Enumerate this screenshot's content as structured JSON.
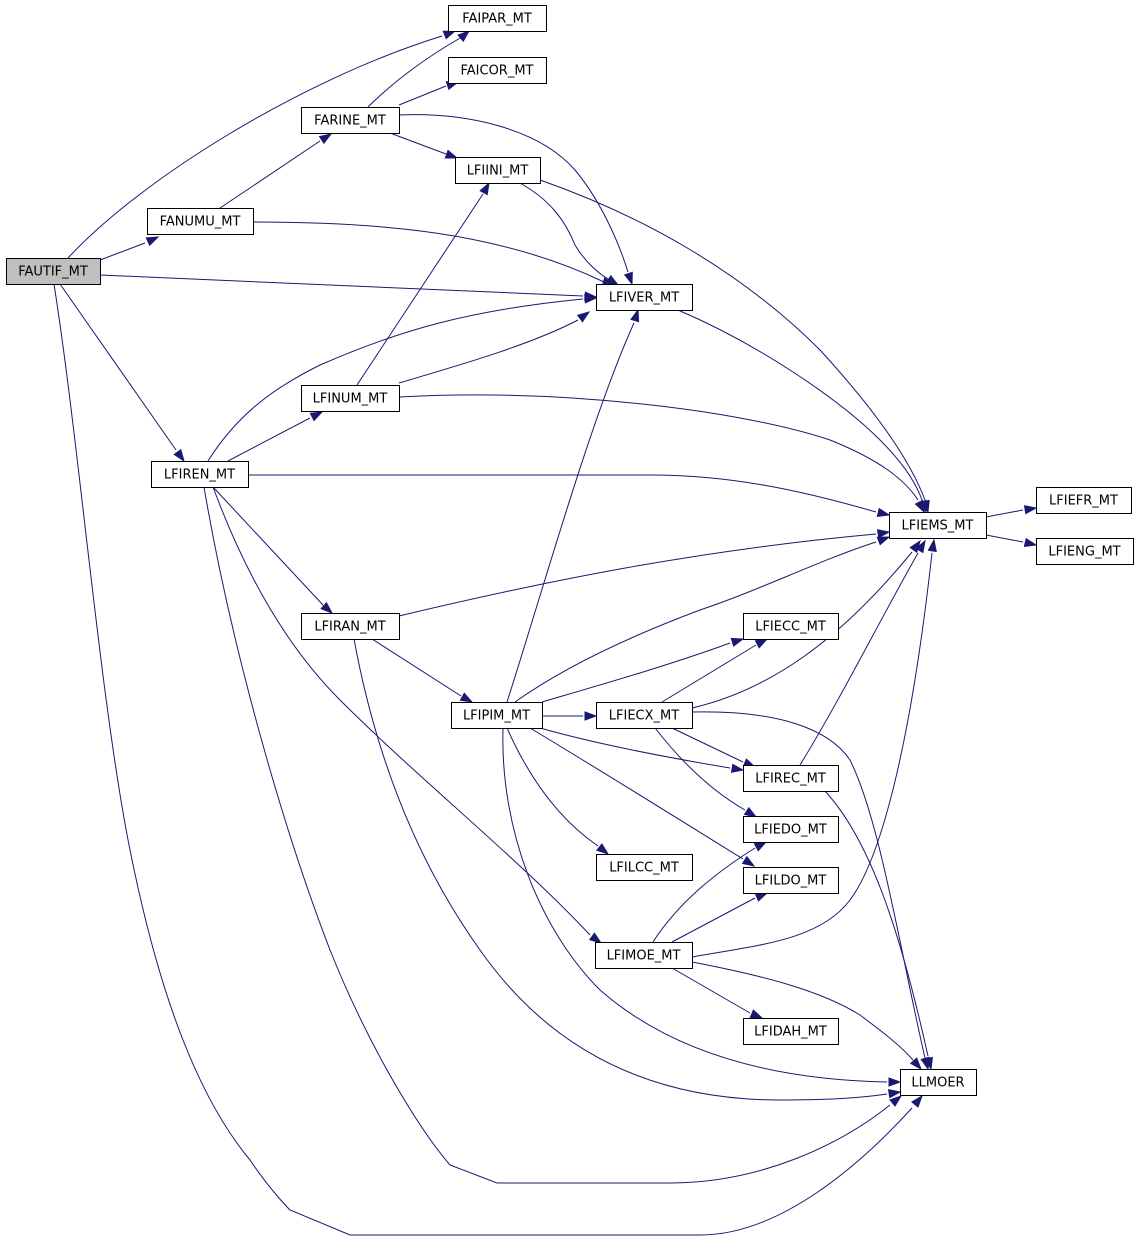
{
  "graph": {
    "edge_color": "#191970",
    "root_fill": "#bfbfbf",
    "nodes": [
      {
        "id": "FAUTIF_MT",
        "label": "FAUTIF_MT",
        "root": true
      },
      {
        "id": "FAIPAR_MT",
        "label": "FAIPAR_MT"
      },
      {
        "id": "FAICOR_MT",
        "label": "FAICOR_MT"
      },
      {
        "id": "FARINE_MT",
        "label": "FARINE_MT"
      },
      {
        "id": "LFIINI_MT",
        "label": "LFIINI_MT"
      },
      {
        "id": "FANUMU_MT",
        "label": "FANUMU_MT"
      },
      {
        "id": "LFIVER_MT",
        "label": "LFIVER_MT"
      },
      {
        "id": "LFINUM_MT",
        "label": "LFINUM_MT"
      },
      {
        "id": "LFIREN_MT",
        "label": "LFIREN_MT"
      },
      {
        "id": "LFIEMS_MT",
        "label": "LFIEMS_MT"
      },
      {
        "id": "LFIEFR_MT",
        "label": "LFIEFR_MT"
      },
      {
        "id": "LFIENG_MT",
        "label": "LFIENG_MT"
      },
      {
        "id": "LFIRAN_MT",
        "label": "LFIRAN_MT"
      },
      {
        "id": "LFIECC_MT",
        "label": "LFIECC_MT"
      },
      {
        "id": "LFIPIM_MT",
        "label": "LFIPIM_MT"
      },
      {
        "id": "LFIECX_MT",
        "label": "LFIECX_MT"
      },
      {
        "id": "LFIREC_MT",
        "label": "LFIREC_MT"
      },
      {
        "id": "LFIEDO_MT",
        "label": "LFIEDO_MT"
      },
      {
        "id": "LFILCC_MT",
        "label": "LFILCC_MT"
      },
      {
        "id": "LFILDO_MT",
        "label": "LFILDO_MT"
      },
      {
        "id": "LFIMOE_MT",
        "label": "LFIMOE_MT"
      },
      {
        "id": "LFIDAH_MT",
        "label": "LFIDAH_MT"
      },
      {
        "id": "LLMOER",
        "label": "LLMOER"
      }
    ],
    "edges": [
      [
        "FAUTIF_MT",
        "FAIPAR_MT"
      ],
      [
        "FAUTIF_MT",
        "FANUMU_MT"
      ],
      [
        "FAUTIF_MT",
        "LFIVER_MT"
      ],
      [
        "FAUTIF_MT",
        "LFIREN_MT"
      ],
      [
        "FAUTIF_MT",
        "LLMOER"
      ],
      [
        "FANUMU_MT",
        "FARINE_MT"
      ],
      [
        "FANUMU_MT",
        "LFIVER_MT"
      ],
      [
        "FARINE_MT",
        "FAIPAR_MT"
      ],
      [
        "FARINE_MT",
        "FAICOR_MT"
      ],
      [
        "FARINE_MT",
        "LFIINI_MT"
      ],
      [
        "FARINE_MT",
        "LFIVER_MT"
      ],
      [
        "LFIINI_MT",
        "LFIVER_MT"
      ],
      [
        "LFIINI_MT",
        "LFIEMS_MT"
      ],
      [
        "LFIVER_MT",
        "LFIEMS_MT"
      ],
      [
        "LFIREN_MT",
        "LFIVER_MT"
      ],
      [
        "LFIREN_MT",
        "LFINUM_MT"
      ],
      [
        "LFIREN_MT",
        "LFIEMS_MT"
      ],
      [
        "LFIREN_MT",
        "LFIRAN_MT"
      ],
      [
        "LFIREN_MT",
        "LFIMOE_MT"
      ],
      [
        "LFIREN_MT",
        "LLMOER"
      ],
      [
        "LFINUM_MT",
        "LFIINI_MT"
      ],
      [
        "LFINUM_MT",
        "LFIVER_MT"
      ],
      [
        "LFINUM_MT",
        "LFIEMS_MT"
      ],
      [
        "LFIEMS_MT",
        "LFIEFR_MT"
      ],
      [
        "LFIEMS_MT",
        "LFIENG_MT"
      ],
      [
        "LFIRAN_MT",
        "LFIEMS_MT"
      ],
      [
        "LFIRAN_MT",
        "LFIPIM_MT"
      ],
      [
        "LFIRAN_MT",
        "LLMOER"
      ],
      [
        "LFIPIM_MT",
        "LFIVER_MT"
      ],
      [
        "LFIPIM_MT",
        "LFIEMS_MT"
      ],
      [
        "LFIPIM_MT",
        "LFIECC_MT"
      ],
      [
        "LFIPIM_MT",
        "LFIECX_MT"
      ],
      [
        "LFIPIM_MT",
        "LFIREC_MT"
      ],
      [
        "LFIPIM_MT",
        "LFILCC_MT"
      ],
      [
        "LFIPIM_MT",
        "LFILDO_MT"
      ],
      [
        "LFIPIM_MT",
        "LLMOER"
      ],
      [
        "LFIECX_MT",
        "LFIECC_MT"
      ],
      [
        "LFIECX_MT",
        "LFIEMS_MT"
      ],
      [
        "LFIECX_MT",
        "LFIREC_MT"
      ],
      [
        "LFIECX_MT",
        "LFIEDO_MT"
      ],
      [
        "LFIECX_MT",
        "LLMOER"
      ],
      [
        "LFIREC_MT",
        "LFIEMS_MT"
      ],
      [
        "LFIREC_MT",
        "LLMOER"
      ],
      [
        "LFIMOE_MT",
        "LFIEDO_MT"
      ],
      [
        "LFIMOE_MT",
        "LFILDO_MT"
      ],
      [
        "LFIMOE_MT",
        "LFIEMS_MT"
      ],
      [
        "LFIMOE_MT",
        "LFIDAH_MT"
      ],
      [
        "LFIMOE_MT",
        "LLMOER"
      ]
    ]
  }
}
